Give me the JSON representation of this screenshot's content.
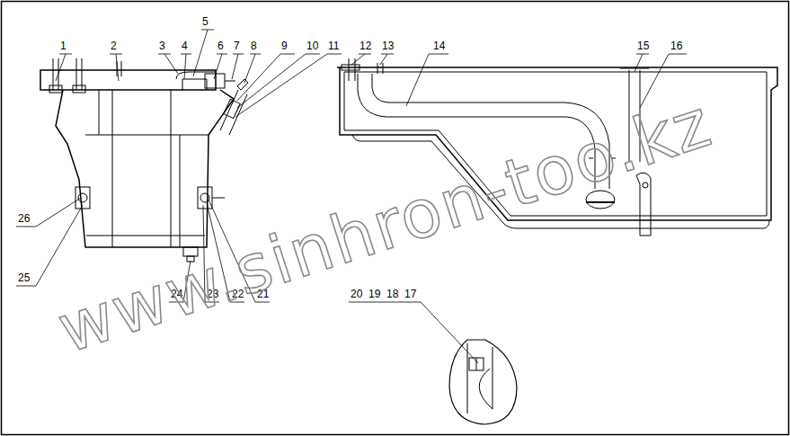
{
  "diagram": {
    "labels": [
      "1",
      "2",
      "3",
      "4",
      "5",
      "6",
      "7",
      "8",
      "9",
      "10",
      "11",
      "12",
      "13",
      "14",
      "15",
      "16",
      "20",
      "19",
      "18",
      "17",
      "26",
      "25",
      "24",
      "23",
      "22",
      "21",
      "www.sinhron-too.kz"
    ]
  }
}
